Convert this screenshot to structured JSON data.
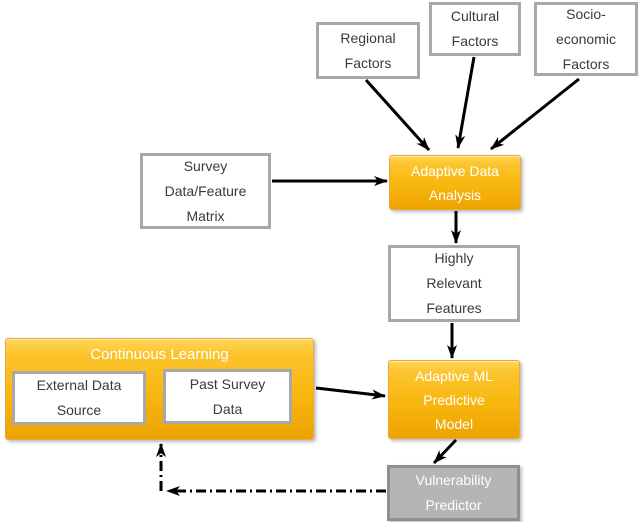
{
  "nodes": {
    "regional_factors": {
      "lines": [
        "Regional",
        "Factors"
      ]
    },
    "cultural_factors": {
      "lines": [
        "Cultural",
        "Factors"
      ]
    },
    "socio_economic_factors": {
      "lines": [
        "Socio-",
        "economic",
        "Factors"
      ]
    },
    "survey_matrix": {
      "lines": [
        "Survey",
        "Data/Feature",
        "Matrix"
      ]
    },
    "adaptive_data_analysis": {
      "lines": [
        "Adaptive Data",
        "Analysis"
      ]
    },
    "highly_relevant_features": {
      "lines": [
        "Highly",
        "Relevant",
        "Features"
      ]
    },
    "continuous_learning": {
      "title": "Continuous Learning"
    },
    "external_data_source": {
      "lines": [
        "External Data",
        "Source"
      ]
    },
    "past_survey_data": {
      "lines": [
        "Past Survey",
        "Data"
      ]
    },
    "adaptive_ml_model": {
      "lines": [
        "Adaptive ML",
        "Predictive",
        "Model"
      ]
    },
    "vulnerability_predictor": {
      "lines": [
        "Vulnerability",
        "Predictor"
      ]
    }
  },
  "edges": [
    {
      "from": "regional_factors",
      "to": "adaptive_data_analysis",
      "style": "solid"
    },
    {
      "from": "cultural_factors",
      "to": "adaptive_data_analysis",
      "style": "solid"
    },
    {
      "from": "socio_economic_factors",
      "to": "adaptive_data_analysis",
      "style": "solid"
    },
    {
      "from": "survey_matrix",
      "to": "adaptive_data_analysis",
      "style": "solid"
    },
    {
      "from": "adaptive_data_analysis",
      "to": "highly_relevant_features",
      "style": "solid"
    },
    {
      "from": "highly_relevant_features",
      "to": "adaptive_ml_model",
      "style": "solid"
    },
    {
      "from": "continuous_learning",
      "to": "adaptive_ml_model",
      "style": "solid"
    },
    {
      "from": "adaptive_ml_model",
      "to": "vulnerability_predictor",
      "style": "solid"
    },
    {
      "from": "vulnerability_predictor",
      "to": "continuous_learning",
      "style": "dash-dot"
    }
  ],
  "colors": {
    "gold_gradient_top": "#FFD758",
    "gold_gradient_bottom": "#EDA200",
    "white_box_border": "#A8A8A8",
    "predictor_fill": "#B5B5B5",
    "predictor_border": "#8F8F8F",
    "arrow": "#000000",
    "text_dark": "#3A3A3A",
    "text_light": "#FFFFFF"
  }
}
